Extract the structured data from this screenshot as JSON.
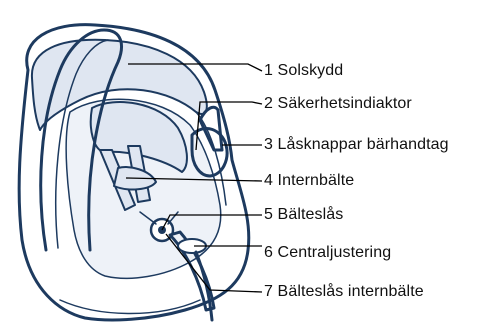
{
  "callouts": [
    {
      "num": "1",
      "label": "Solskydd"
    },
    {
      "num": "2",
      "label": "Säkerhetsindiaktor"
    },
    {
      "num": "3",
      "label": "Låsknappar bärhandtag"
    },
    {
      "num": "4",
      "label": "Internbälte"
    },
    {
      "num": "5",
      "label": "Bälteslås"
    },
    {
      "num": "6",
      "label": "Centraljustering"
    },
    {
      "num": "7",
      "label": "Bälteslås internbälte"
    }
  ],
  "colors": {
    "outline": "#1d3a5f",
    "fill": "#dfe6f1",
    "leader": "#000000"
  }
}
